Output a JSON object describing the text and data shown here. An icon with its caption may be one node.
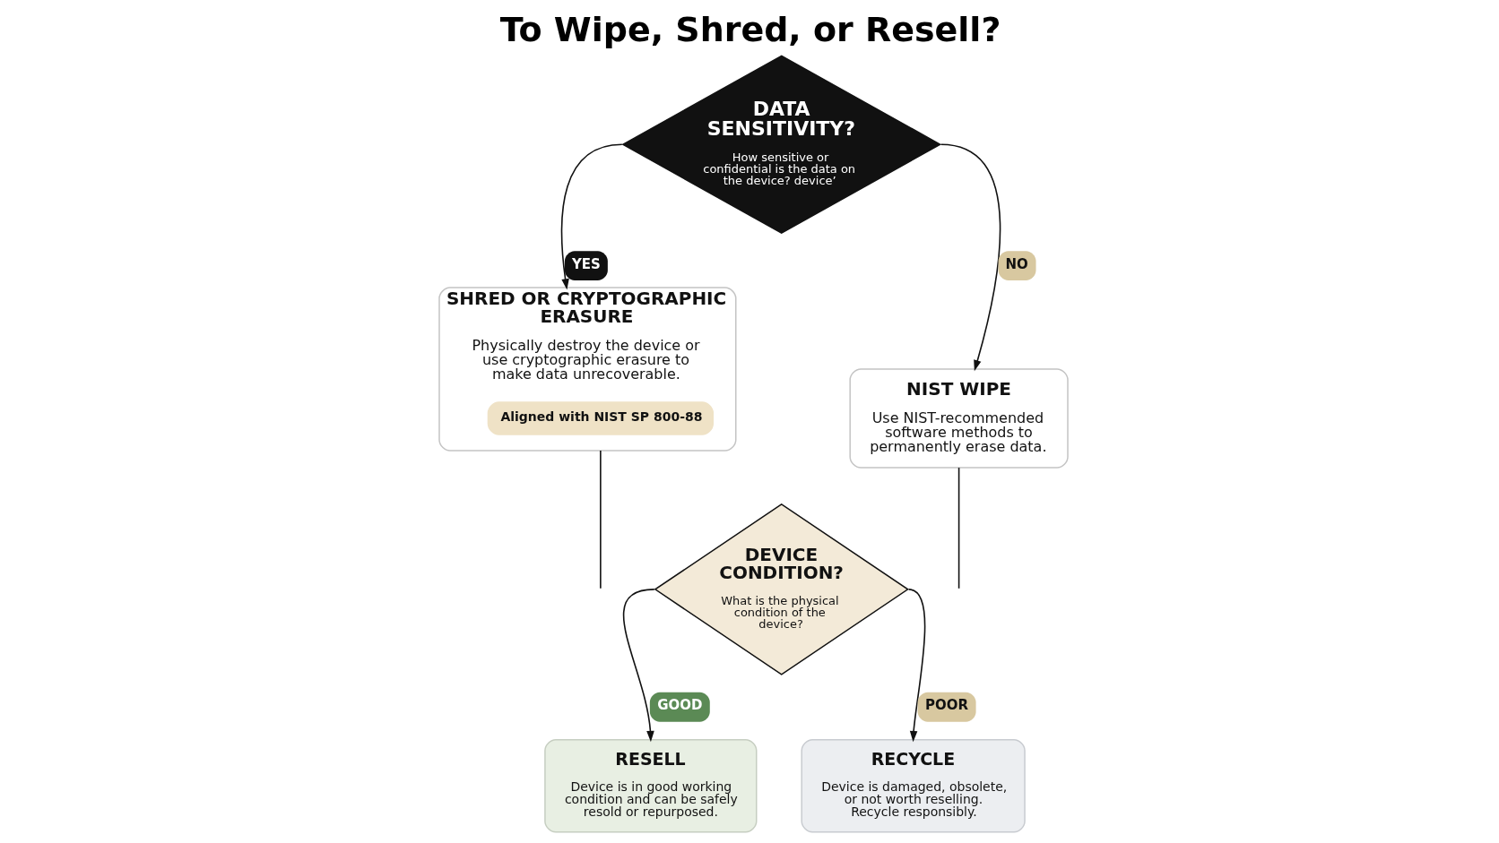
{
  "diagram": {
    "title": "To Wipe, Shred, or Resell?",
    "nodes": [
      {
        "text": [
          "DATA SENSITIVITY?",
          "How sensitive or confidential is the data on the device? device’"
        ]
      },
      {
        "text": [
          "SHRED OR CRYPTOGRAPHIC ERASURE",
          "Physically destroy the device or use cryptographic erasure to make data unrecoverable."
        ]
      },
      {
        "text": [
          "Aligned with NIST SP 800-88"
        ],
        "in": 1
      },
      {
        "text": [
          "NIST WIPE",
          "Use NIST-recommended software methods to permanently erase data."
        ]
      },
      {
        "text": [
          "DEVICE CONDITION?",
          "What is the physical condition of the device?"
        ]
      },
      {
        "text": [
          "RESELL",
          "Device is in good working condition and can be safely resold or repurposed."
        ]
      },
      {
        "text": [
          "RECYCLE",
          "Device is damaged, obsolete, or not worth reselling. Recycle responsibly."
        ]
      }
    ],
    "edges": [
      {
        "from": 0,
        "to": 1,
        "arrow": "to",
        "label": "YES"
      },
      {
        "from": 0,
        "to": 3,
        "arrow": "to",
        "label": "NO"
      },
      {
        "from": 1,
        "to": null,
        "arrow": "none"
      },
      {
        "from": 3,
        "to": null,
        "arrow": "none"
      },
      {
        "from": 4,
        "to": 5,
        "arrow": "to",
        "label": "GOOD"
      },
      {
        "from": 4,
        "to": 6,
        "arrow": "to",
        "label": "POOR"
      }
    ]
  }
}
